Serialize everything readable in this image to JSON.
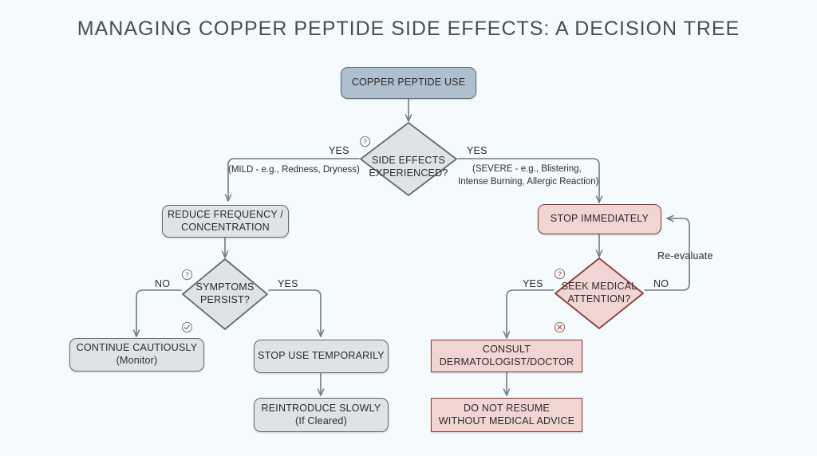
{
  "title": "MANAGING COPPER PEPTIDE SIDE EFFECTS: A DECISION TREE",
  "colors": {
    "background": "#f5fbfc",
    "start_fill": "#aebfcd",
    "neutral_fill": "#dfe3e6",
    "neutral_stroke": "#5d6b78",
    "danger_fill": "#f1d5d3",
    "danger_stroke": "#8d3a38",
    "connector": "#6e7a85",
    "title_text": "#464e57"
  },
  "nodes": {
    "start": {
      "label": "COPPER PEPTIDE USE"
    },
    "decision_side_effects": {
      "line1": "SIDE EFFECTS",
      "line2": "EXPERIENCED?",
      "icon_top": "question-mark-icon",
      "icon_top_glyph": "?"
    },
    "reduce": {
      "line1": "REDUCE FREQUENCY /",
      "line2": "CONCENTRATION"
    },
    "decision_symptoms": {
      "line1": "SYMPTOMS",
      "line2": "PERSIST?",
      "icon_top": "question-mark-icon",
      "icon_top_glyph": "?",
      "icon_bottom": "check-circle-icon",
      "icon_bottom_glyph": "✓"
    },
    "continue_cautiously": {
      "line1": "CONTINUE CAUTIOUSLY",
      "line2": "(Monitor)"
    },
    "stop_temporarily": {
      "label": "STOP USE TEMPORARILY"
    },
    "reintroduce": {
      "line1": "REINTRODUCE SLOWLY",
      "line2": "(If Cleared)"
    },
    "stop_immediately": {
      "label": "STOP IMMEDIATELY"
    },
    "decision_medical": {
      "line1": "SEEK MEDICAL",
      "line2": "ATTENTION?",
      "icon_top": "question-mark-icon",
      "icon_top_glyph": "?",
      "icon_bottom": "x-circle-icon",
      "icon_bottom_glyph": "✕"
    },
    "consult": {
      "line1": "CONSULT",
      "line2": "DERMATOLOGIST/DOCTOR"
    },
    "do_not_resume": {
      "line1": "DO NOT RESUME",
      "line2": "WITHOUT MEDICAL ADVICE"
    }
  },
  "edges": {
    "mild_yes": "YES",
    "mild_detail": "(MILD - e.g., Redness, Dryness)",
    "severe_yes": "YES",
    "severe_detail_line1": "(SEVERE - e.g., Blistering,",
    "severe_detail_line2": "Intense Burning, Allergic Reaction)",
    "symptoms_no": "NO",
    "symptoms_yes": "YES",
    "medical_yes": "YES",
    "medical_no": "NO",
    "reevaluate": "Re-evaluate"
  }
}
